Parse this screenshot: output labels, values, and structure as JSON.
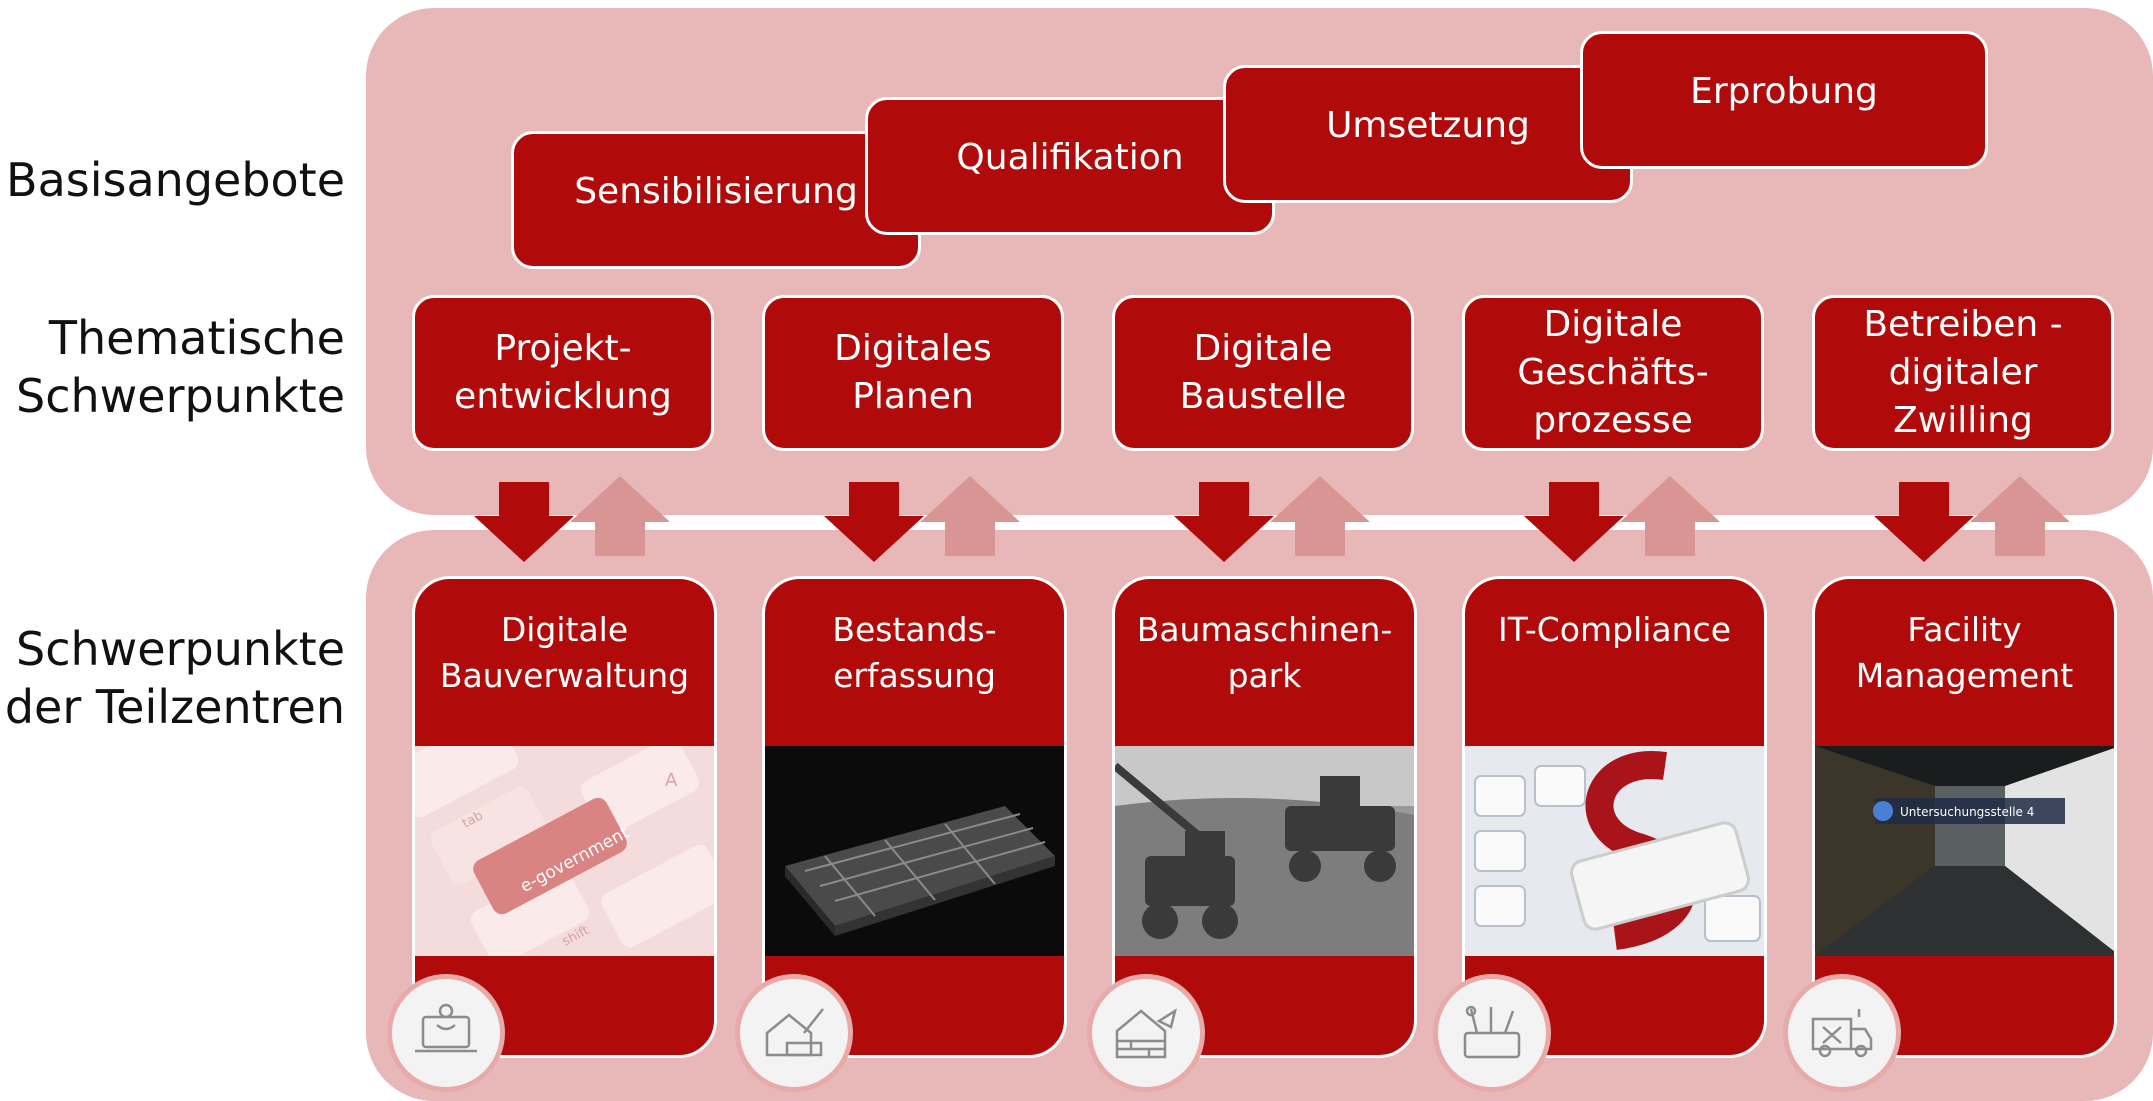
{
  "row_labels": {
    "basis": "Basisangebote",
    "thematic": "Thematische\nSchwerpunkte",
    "teilzentren": "Schwerpunkte\nder Teilzentren"
  },
  "basis_steps": [
    "Sensibilisierung",
    "Qualifikation",
    "Umsetzung",
    "Erprobung"
  ],
  "thematic_focus": [
    "Projekt-\nentwicklung",
    "Digitales\nPlanen",
    "Digitale\nBaustelle",
    "Digitale\nGeschäfts-\nprozesse",
    "Betreiben -\ndigitaler Zwilling"
  ],
  "teilzentren_cards": [
    {
      "title": "Digitale\nBauverwaltung",
      "icon": "laptop-person-icon"
    },
    {
      "title": "Bestands-\nerfassung",
      "icon": "house-pencil-ruler-icon"
    },
    {
      "title": "Baumaschinen-\npark",
      "icon": "brick-house-trowel-icon"
    },
    {
      "title": "IT-Compliance",
      "icon": "toolbox-icon"
    },
    {
      "title": "Facility\nManagement",
      "icon": "service-truck-icon"
    }
  ],
  "photo_texts": {
    "keyboard_key": "e-government",
    "keyboard_tab": "tab",
    "keyboard_shift": "shift",
    "keyboard_a": "A",
    "corridor_marker": "Untersuchungsstelle 4"
  },
  "colors": {
    "accent_red": "#b00a0a",
    "band_pink": "#e8b8b8",
    "arrow_down": "#b00a0a",
    "arrow_up": "#d99494"
  }
}
